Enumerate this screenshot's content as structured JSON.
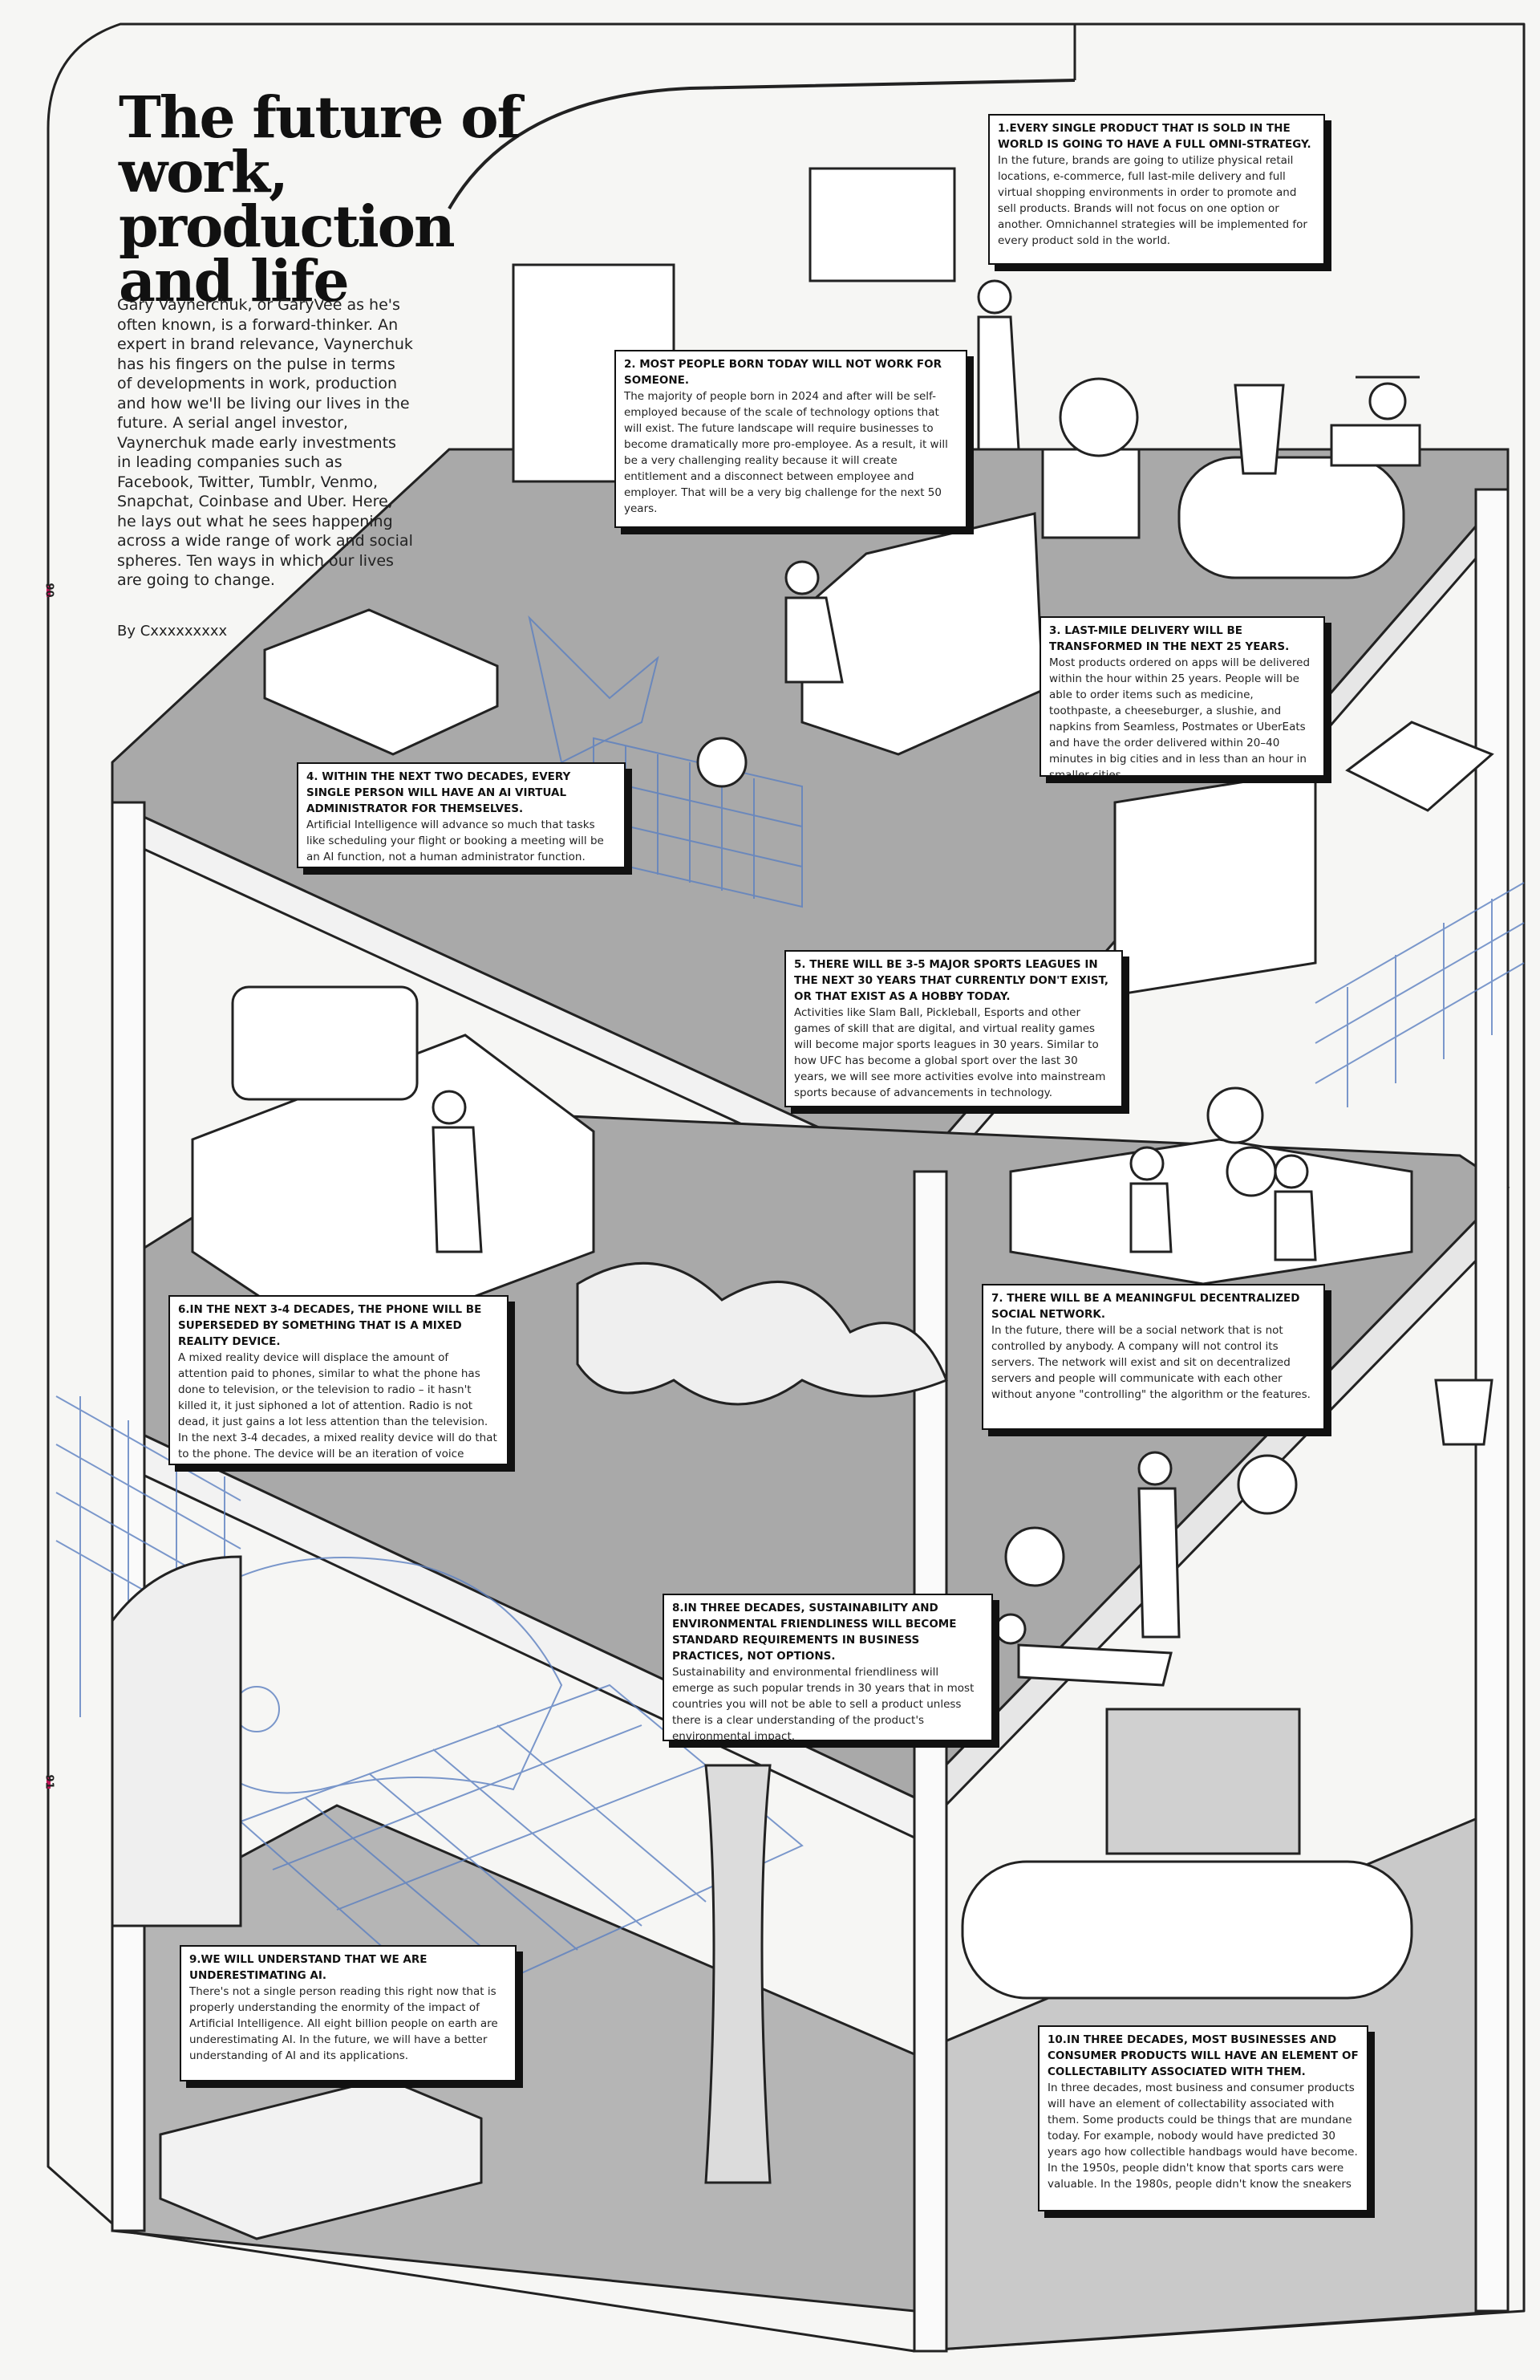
{
  "article": {
    "title": "The future of work, production and life",
    "intro": "Gary Vaynerchuk, or GaryVee as he's often known, is a forward-thinker. An expert in brand relevance, Vaynerchuk has his fingers on the pulse in terms of developments in work, production and how we'll be living our lives in the future. A serial angel investor, Vaynerchuk made early investments in leading companies such as Facebook, Twitter, Tumblr, Venmo, Snapchat, Coinbase and Uber. Here, he lays out what he sees happening across a wide range of work and social spheres. Ten ways in which our lives are going to change.",
    "byline": "By Cxxxxxxxxx",
    "page_numbers": [
      "90",
      "91"
    ]
  },
  "colors": {
    "ink": "#111111",
    "floor_gray": "#a9a9a9",
    "blue_sketch": "#5b7fc0",
    "page_marker": "#c2185b"
  },
  "predictions": [
    {
      "heading": "1.EVERY SINGLE PRODUCT THAT IS SOLD IN THE WORLD IS GOING TO HAVE A FULL OMNI-STRATEGY.",
      "body": "In the future, brands are going to utilize physical retail locations, e-commerce, full last-mile delivery and full virtual shopping environments in order to promote and sell products. Brands will not focus on one option or another. Omnichannel strategies will be implemented for every product sold in the world."
    },
    {
      "heading": "2. MOST PEOPLE BORN TODAY WILL NOT WORK FOR SOMEONE.",
      "body": "The majority of people born in 2024 and after will be self-employed because of the scale of technology options that will exist. The future landscape will require businesses to become dramatically more pro-employee. As a result, it will be a very challenging reality because it will create entitlement and a disconnect between employee and employer. That will be a very big challenge for the next 50 years."
    },
    {
      "heading": "3. LAST-MILE DELIVERY WILL BE TRANSFORMED IN THE NEXT 25 YEARS.",
      "body": "Most products ordered on apps will be delivered within the hour within 25 years. People will be able to order items such as medicine, toothpaste, a cheeseburger, a slushie, and napkins from Seamless, Postmates or UberEats and have the order delivered within 20–40 minutes in big cities and in less than an hour in smaller cities."
    },
    {
      "heading": "4. WITHIN THE NEXT TWO DECADES, EVERY SINGLE PERSON WILL HAVE AN AI VIRTUAL ADMINISTRATOR FOR THEMSELVES.",
      "body": "Artificial Intelligence will advance so much that tasks like scheduling your flight or booking a meeting will be an AI function, not a human administrator function."
    },
    {
      "heading": "5. THERE WILL BE 3-5 MAJOR SPORTS LEAGUES IN THE NEXT 30 YEARS THAT CURRENTLY DON'T EXIST, OR THAT EXIST AS A HOBBY TODAY.",
      "body": "Activities like Slam Ball, Pickleball, Esports and other games of skill that are digital, and virtual reality games will become major sports leagues in 30 years. Similar to how UFC has become a global sport over the last 30 years, we will see more activities evolve into mainstream sports because of advancements in technology."
    },
    {
      "heading": "6.IN THE NEXT 3-4 DECADES, THE PHONE WILL BE SUPERSEDED BY SOMETHING THAT IS A MIXED REALITY DEVICE.",
      "body": "A mixed reality device will displace the amount of attention paid to phones, similar to what the phone has done to television, or the television to radio – it hasn't killed it, it just siphoned a lot of attention. Radio is not dead, it just gains a lot less attention than the television. In the next 3-4 decades, a mixed reality device will do that to the phone. The device will be an iteration of voice activated contact lenses, which users will be able"
    },
    {
      "heading": "7. THERE WILL BE A MEANINGFUL DECENTRALIZED SOCIAL NETWORK.",
      "body": "In the future, there will be a social network that is not controlled by anybody. A company will not control its servers. The network will exist and sit on decentralized servers and people will communicate with each other without anyone \"controlling\" the algorithm or the features."
    },
    {
      "heading": "8.IN THREE DECADES, SUSTAINABILITY AND ENVIRONMENTAL FRIENDLINESS WILL BECOME STANDARD REQUIREMENTS IN BUSINESS PRACTICES, NOT OPTIONS.",
      "body": "Sustainability and environmental friendliness will emerge as such popular trends in 30 years that in most countries you will not be able to sell a product unless there is a clear understanding of the product's environmental impact."
    },
    {
      "heading": "9.WE WILL UNDERSTAND THAT WE ARE UNDERESTIMATING AI.",
      "body": "There's not a single person reading this right now that is properly understanding the enormity of the impact of Artificial Intelligence. All eight billion people on earth are underestimating AI. In the future, we will have a better understanding of AI and its applications."
    },
    {
      "heading": "10.IN THREE DECADES, MOST BUSINESSES AND CONSUMER PRODUCTS WILL HAVE AN ELEMENT OF COLLECTABILITY ASSOCIATED WITH THEM.",
      "body": "In three decades, most business and consumer products will have an element of collectability associated with them. Some products could be things that are mundane today. For example, nobody would have predicted 30 years ago how collectible handbags would have become. In the 1950s, people didn't know that sports cars were valuable. In the 1980s, people didn't know the sneakers"
    }
  ]
}
